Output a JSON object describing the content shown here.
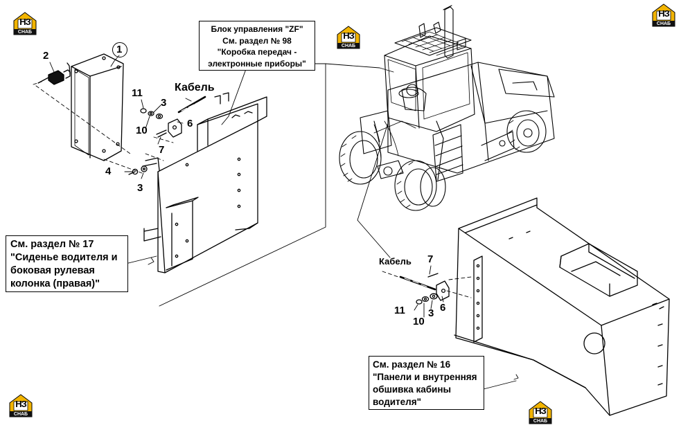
{
  "brand": {
    "mark": "НЗ",
    "word": "СНАБ",
    "colors": {
      "roof": "#f2b400",
      "plate": "#111111",
      "text": "#000000"
    }
  },
  "labels": {
    "zf_box": {
      "line1": "Блок управления \"ZF\"",
      "line2": "См. раздел № 98",
      "line3": "\"Коробка передач -",
      "line4": "электронные приборы\""
    },
    "cable_left": "Кабель",
    "cable_right": "Кабель",
    "section17": {
      "line1": "См. раздел № 17",
      "line2": "\"Сиденье водителя и",
      "line3": "боковая рулевая",
      "line4": "колонка (правая)\""
    },
    "section16": {
      "line1": "См. раздел № 16",
      "line2": "\"Панели и внутренняя",
      "line3": "обшивка кабины",
      "line4": "водителя\""
    }
  },
  "callouts_left": {
    "n1": "1",
    "n2": "2",
    "n11": "11",
    "n3a": "3",
    "n10": "10",
    "n6": "6",
    "n7": "7",
    "n4": "4",
    "n3b": "3"
  },
  "callouts_right": {
    "n7": "7",
    "n11": "11",
    "n10": "10",
    "n3": "3",
    "n6": "6"
  }
}
